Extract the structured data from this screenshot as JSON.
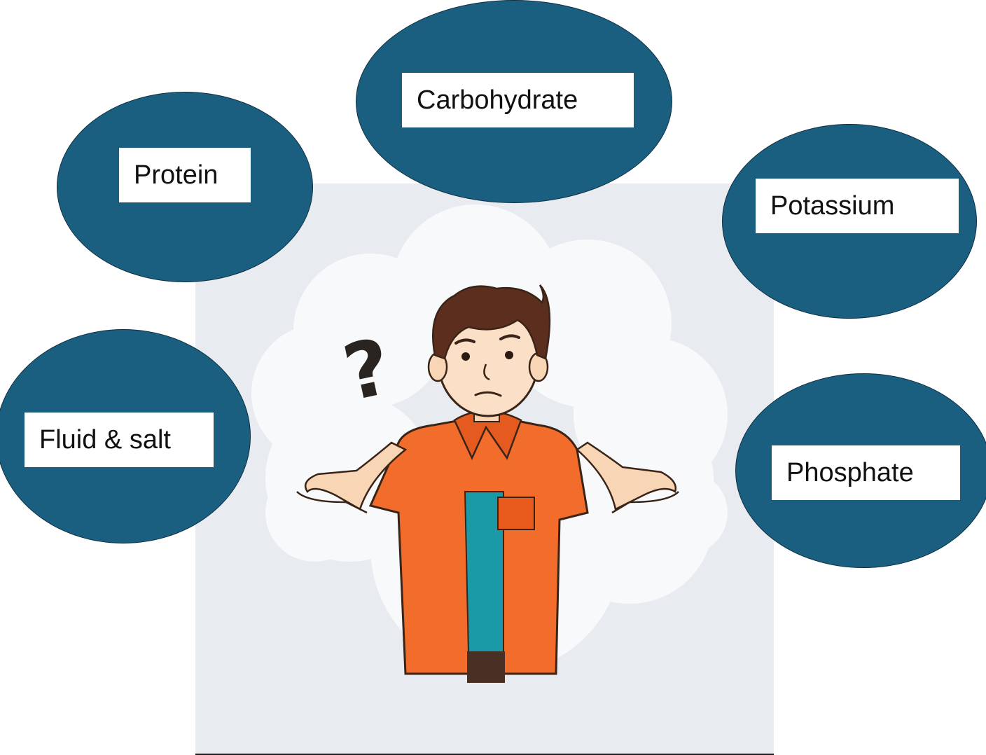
{
  "bubbles": {
    "carbohydrate": "Carbohydrate",
    "protein": "Protein",
    "potassium": "Potassium",
    "fluid_salt": "Fluid & salt",
    "phosphate": "Phosphate"
  },
  "illustration": {
    "question_mark": "?"
  },
  "colors": {
    "bubble_fill": "#1a5f80",
    "bubble_stroke": "#0e3044",
    "label_background": "#ffffff",
    "picture_background": "#e8ecf1",
    "shirt": "#f26c2b",
    "undershirt": "#1a9aa6",
    "hair": "#5b2e1e",
    "skin": "#fbe0c7"
  }
}
